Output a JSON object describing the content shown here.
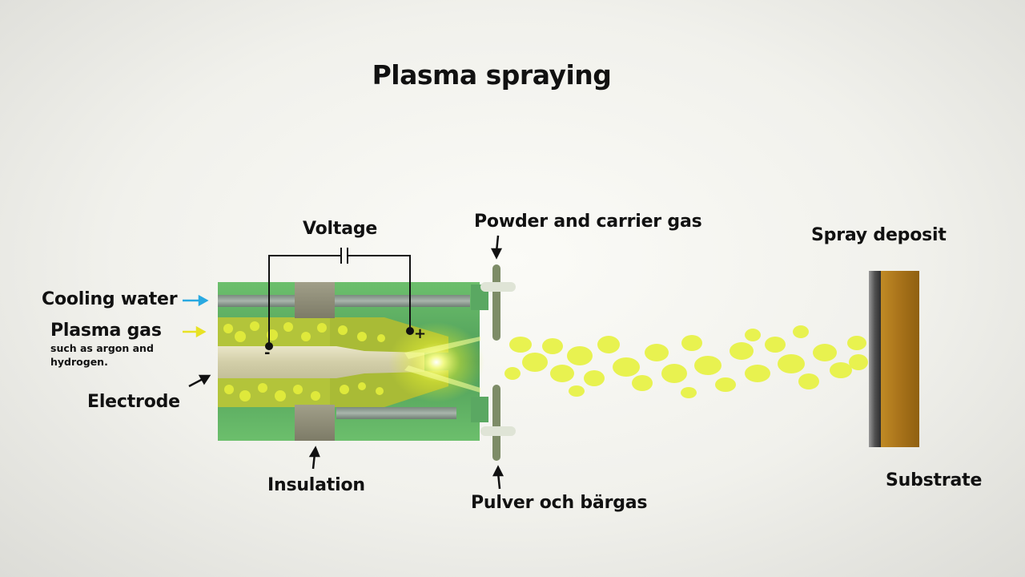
{
  "title": "Plasma spraying",
  "labels": {
    "voltage": "Voltage",
    "powder": "Powder and carrier gas",
    "spray_deposit": "Spray deposit",
    "cooling_water": "Cooling water",
    "plasma_gas": "Plasma gas",
    "plasma_gas_note": "such as argon and hydrogen.",
    "electrode": "Electrode",
    "insulation": "Insulation",
    "pulver": "Pulver och bärgas",
    "substrate": "Substrate",
    "minus": "-",
    "plus": "+"
  },
  "colors": {
    "body_green": "#58a85e",
    "plasma_yellow": "#d8e82a",
    "cooling_arrow": "#29a9e1",
    "gas_arrow": "#e8e224",
    "substrate_brown": "#b07a1c"
  }
}
